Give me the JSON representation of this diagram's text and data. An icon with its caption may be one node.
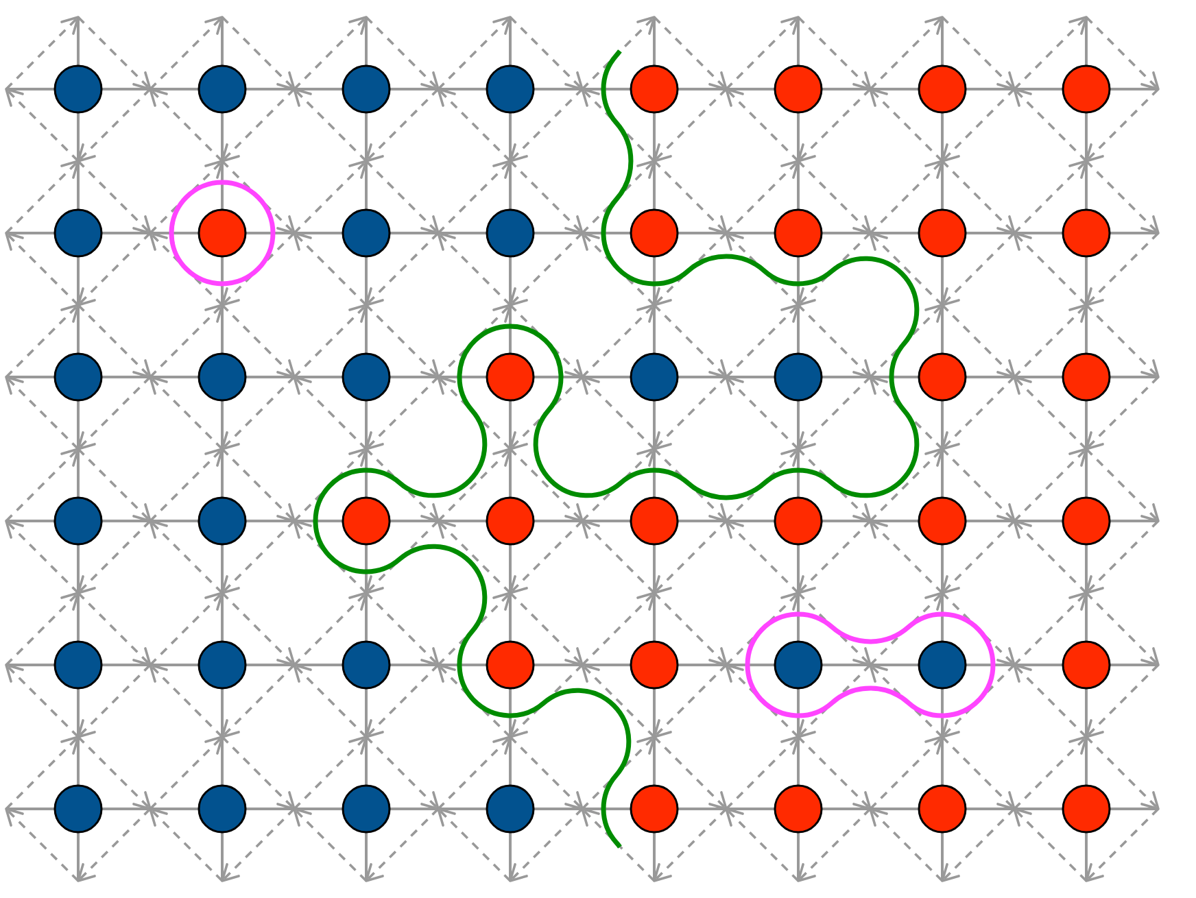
{
  "diagram": {
    "nodes": [
      {
        "text": [],
        "shape": "circle"
      },
      {
        "text": [],
        "shape": "circle"
      },
      {
        "text": [],
        "shape": "circle"
      },
      {
        "text": [],
        "shape": "circle"
      },
      {
        "text": [],
        "shape": "circle"
      },
      {
        "text": [],
        "shape": "circle"
      },
      {
        "text": [],
        "shape": "circle"
      },
      {
        "text": [],
        "shape": "circle"
      },
      {
        "text": [],
        "shape": "circle"
      },
      {
        "text": [],
        "shape": "circle"
      },
      {
        "text": [],
        "shape": "circle"
      },
      {
        "text": [],
        "shape": "circle"
      },
      {
        "text": [],
        "shape": "circle"
      },
      {
        "text": [],
        "shape": "circle"
      },
      {
        "text": [],
        "shape": "circle"
      },
      {
        "text": [],
        "shape": "circle"
      },
      {
        "text": [],
        "shape": "circle"
      },
      {
        "text": [],
        "shape": "circle"
      },
      {
        "text": [],
        "shape": "circle"
      },
      {
        "text": [],
        "shape": "circle"
      },
      {
        "text": [],
        "shape": "circle"
      },
      {
        "text": [],
        "shape": "circle"
      },
      {
        "text": [],
        "shape": "circle"
      },
      {
        "text": [],
        "shape": "circle"
      },
      {
        "text": [],
        "shape": "circle"
      },
      {
        "text": [],
        "shape": "circle"
      },
      {
        "text": [],
        "shape": "circle"
      },
      {
        "text": [],
        "shape": "circle"
      },
      {
        "text": [],
        "shape": "circle"
      },
      {
        "text": [],
        "shape": "circle"
      },
      {
        "text": [],
        "shape": "circle"
      },
      {
        "text": [],
        "shape": "circle"
      },
      {
        "text": [],
        "shape": "circle"
      },
      {
        "text": [],
        "shape": "circle"
      },
      {
        "text": [],
        "shape": "circle"
      },
      {
        "text": [],
        "shape": "circle"
      },
      {
        "text": [],
        "shape": "circle"
      },
      {
        "text": [],
        "shape": "circle"
      },
      {
        "text": [],
        "shape": "circle"
      },
      {
        "text": [],
        "shape": "circle"
      },
      {
        "text": [],
        "shape": "circle"
      },
      {
        "text": [],
        "shape": "circle"
      },
      {
        "text": [],
        "shape": "circle"
      },
      {
        "text": [],
        "shape": "circle"
      },
      {
        "text": [],
        "shape": "circle"
      },
      {
        "text": [],
        "shape": "circle"
      },
      {
        "text": [],
        "shape": "circle"
      },
      {
        "text": [],
        "shape": "circle"
      }
    ],
    "edges": [
      {
        "from": 0,
        "to": null,
        "arrow": "none"
      },
      {
        "from": 0,
        "to": null,
        "arrow": "none"
      },
      {
        "from": 0,
        "to": 1,
        "arrow": "none"
      },
      {
        "from": 0,
        "to": 8,
        "arrow": "none"
      },
      {
        "from": 1,
        "to": null,
        "arrow": "none"
      },
      {
        "from": 1,
        "to": 2,
        "arrow": "none"
      },
      {
        "from": 1,
        "to": 9,
        "arrow": "none"
      },
      {
        "from": 2,
        "to": null,
        "arrow": "none"
      },
      {
        "from": 2,
        "to": 3,
        "arrow": "none"
      },
      {
        "from": 2,
        "to": 10,
        "arrow": "none"
      },
      {
        "from": 3,
        "to": null,
        "arrow": "none"
      },
      {
        "from": 3,
        "to": 4,
        "arrow": "none"
      },
      {
        "from": 3,
        "to": 11,
        "arrow": "none"
      },
      {
        "from": 4,
        "to": null,
        "arrow": "none"
      },
      {
        "from": 4,
        "to": 5,
        "arrow": "none"
      },
      {
        "from": 4,
        "to": 12,
        "arrow": "none"
      },
      {
        "from": 5,
        "to": null,
        "arrow": "none"
      },
      {
        "from": 5,
        "to": 6,
        "arrow": "none"
      },
      {
        "from": 5,
        "to": 13,
        "arrow": "none"
      },
      {
        "from": 6,
        "to": null,
        "arrow": "none"
      },
      {
        "from": 6,
        "to": 7,
        "arrow": "none"
      },
      {
        "from": 6,
        "to": 14,
        "arrow": "none"
      },
      {
        "from": 7,
        "to": null,
        "arrow": "none"
      },
      {
        "from": 7,
        "to": null,
        "arrow": "none"
      },
      {
        "from": 7,
        "to": 15,
        "arrow": "none"
      },
      {
        "from": 8,
        "to": null,
        "arrow": "none"
      },
      {
        "from": 8,
        "to": 9,
        "arrow": "none"
      },
      {
        "from": 8,
        "to": 16,
        "arrow": "none"
      },
      {
        "from": 9,
        "to": 10,
        "arrow": "none"
      },
      {
        "from": 9,
        "to": 17,
        "arrow": "none"
      },
      {
        "from": 10,
        "to": 11,
        "arrow": "none"
      },
      {
        "from": 10,
        "to": 18,
        "arrow": "none"
      },
      {
        "from": 11,
        "to": 12,
        "arrow": "none"
      },
      {
        "from": 11,
        "to": 19,
        "arrow": "none"
      },
      {
        "from": 12,
        "to": 13,
        "arrow": "none"
      },
      {
        "from": 12,
        "to": 20,
        "arrow": "none"
      },
      {
        "from": 13,
        "to": 14,
        "arrow": "none"
      },
      {
        "from": 13,
        "to": 21,
        "arrow": "none"
      },
      {
        "from": 14,
        "to": 15,
        "arrow": "none"
      },
      {
        "from": 14,
        "to": 22,
        "arrow": "none"
      },
      {
        "from": 15,
        "to": null,
        "arrow": "none"
      },
      {
        "from": 15,
        "to": 23,
        "arrow": "none"
      },
      {
        "from": 16,
        "to": null,
        "arrow": "none"
      },
      {
        "from": 16,
        "to": 17,
        "arrow": "none"
      },
      {
        "from": 16,
        "to": 24,
        "arrow": "none"
      },
      {
        "from": 17,
        "to": 18,
        "arrow": "none"
      },
      {
        "from": 17,
        "to": 25,
        "arrow": "none"
      },
      {
        "from": 18,
        "to": 19,
        "arrow": "none"
      },
      {
        "from": 18,
        "to": 26,
        "arrow": "none"
      },
      {
        "from": 19,
        "to": 20,
        "arrow": "none"
      },
      {
        "from": 19,
        "to": 27,
        "arrow": "none"
      },
      {
        "from": 20,
        "to": 21,
        "arrow": "none"
      },
      {
        "from": 20,
        "to": 28,
        "arrow": "none"
      },
      {
        "from": 21,
        "to": 22,
        "arrow": "none"
      },
      {
        "from": 21,
        "to": 29,
        "arrow": "none"
      },
      {
        "from": 22,
        "to": 23,
        "arrow": "none"
      },
      {
        "from": 22,
        "to": 30,
        "arrow": "none"
      },
      {
        "from": 23,
        "to": null,
        "arrow": "none"
      },
      {
        "from": 23,
        "to": 31,
        "arrow": "none"
      },
      {
        "from": 24,
        "to": null,
        "arrow": "none"
      },
      {
        "from": 24,
        "to": 25,
        "arrow": "none"
      },
      {
        "from": 24,
        "to": 32,
        "arrow": "none"
      },
      {
        "from": 25,
        "to": 26,
        "arrow": "none"
      },
      {
        "from": 25,
        "to": 33,
        "arrow": "none"
      },
      {
        "from": 26,
        "to": 27,
        "arrow": "none"
      },
      {
        "from": 26,
        "to": 34,
        "arrow": "none"
      },
      {
        "from": 27,
        "to": 28,
        "arrow": "none"
      },
      {
        "from": 27,
        "to": 35,
        "arrow": "none"
      },
      {
        "from": 28,
        "to": 29,
        "arrow": "none"
      },
      {
        "from": 28,
        "to": 36,
        "arrow": "none"
      },
      {
        "from": 29,
        "to": 30,
        "arrow": "none"
      },
      {
        "from": 29,
        "to": 37,
        "arrow": "none"
      },
      {
        "from": 30,
        "to": 31,
        "arrow": "none"
      },
      {
        "from": 30,
        "to": 38,
        "arrow": "none"
      },
      {
        "from": 31,
        "to": null,
        "arrow": "none"
      },
      {
        "from": 31,
        "to": 39,
        "arrow": "none"
      },
      {
        "from": 32,
        "to": null,
        "arrow": "none"
      },
      {
        "from": 32,
        "to": 33,
        "arrow": "none"
      },
      {
        "from": 32,
        "to": 40,
        "arrow": "none"
      },
      {
        "from": 33,
        "to": 34,
        "arrow": "none"
      },
      {
        "from": 33,
        "to": 41,
        "arrow": "none"
      },
      {
        "from": 34,
        "to": 35,
        "arrow": "none"
      },
      {
        "from": 34,
        "to": 42,
        "arrow": "none"
      },
      {
        "from": 35,
        "to": 36,
        "arrow": "none"
      },
      {
        "from": 35,
        "to": 43,
        "arrow": "none"
      },
      {
        "from": 36,
        "to": 37,
        "arrow": "none"
      },
      {
        "from": 36,
        "to": 44,
        "arrow": "none"
      },
      {
        "from": 37,
        "to": 38,
        "arrow": "none"
      },
      {
        "from": 37,
        "to": 45,
        "arrow": "none"
      },
      {
        "from": 38,
        "to": 39,
        "arrow": "none"
      },
      {
        "from": 38,
        "to": 46,
        "arrow": "none"
      },
      {
        "from": 39,
        "to": null,
        "arrow": "none"
      },
      {
        "from": 39,
        "to": 47,
        "arrow": "none"
      },
      {
        "from": 40,
        "to": null,
        "arrow": "none"
      },
      {
        "from": 40,
        "to": 41,
        "arrow": "none"
      },
      {
        "from": 40,
        "to": null,
        "arrow": "none"
      },
      {
        "from": 41,
        "to": 42,
        "arrow": "none"
      },
      {
        "from": 41,
        "to": null,
        "arrow": "none"
      },
      {
        "from": 42,
        "to": 43,
        "arrow": "none"
      },
      {
        "from": 42,
        "to": null,
        "arrow": "none"
      },
      {
        "from": 43,
        "to": 44,
        "arrow": "none"
      },
      {
        "from": 43,
        "to": null,
        "arrow": "none"
      },
      {
        "from": 44,
        "to": 45,
        "arrow": "none"
      },
      {
        "from": 44,
        "to": null,
        "arrow": "none"
      },
      {
        "from": 45,
        "to": 46,
        "arrow": "none"
      },
      {
        "from": 45,
        "to": null,
        "arrow": "none"
      },
      {
        "from": 46,
        "to": 47,
        "arrow": "none"
      },
      {
        "from": 46,
        "to": null,
        "arrow": "none"
      },
      {
        "from": 47,
        "to": null,
        "arrow": "none"
      },
      {
        "from": 47,
        "to": null,
        "arrow": "none"
      }
    ]
  }
}
